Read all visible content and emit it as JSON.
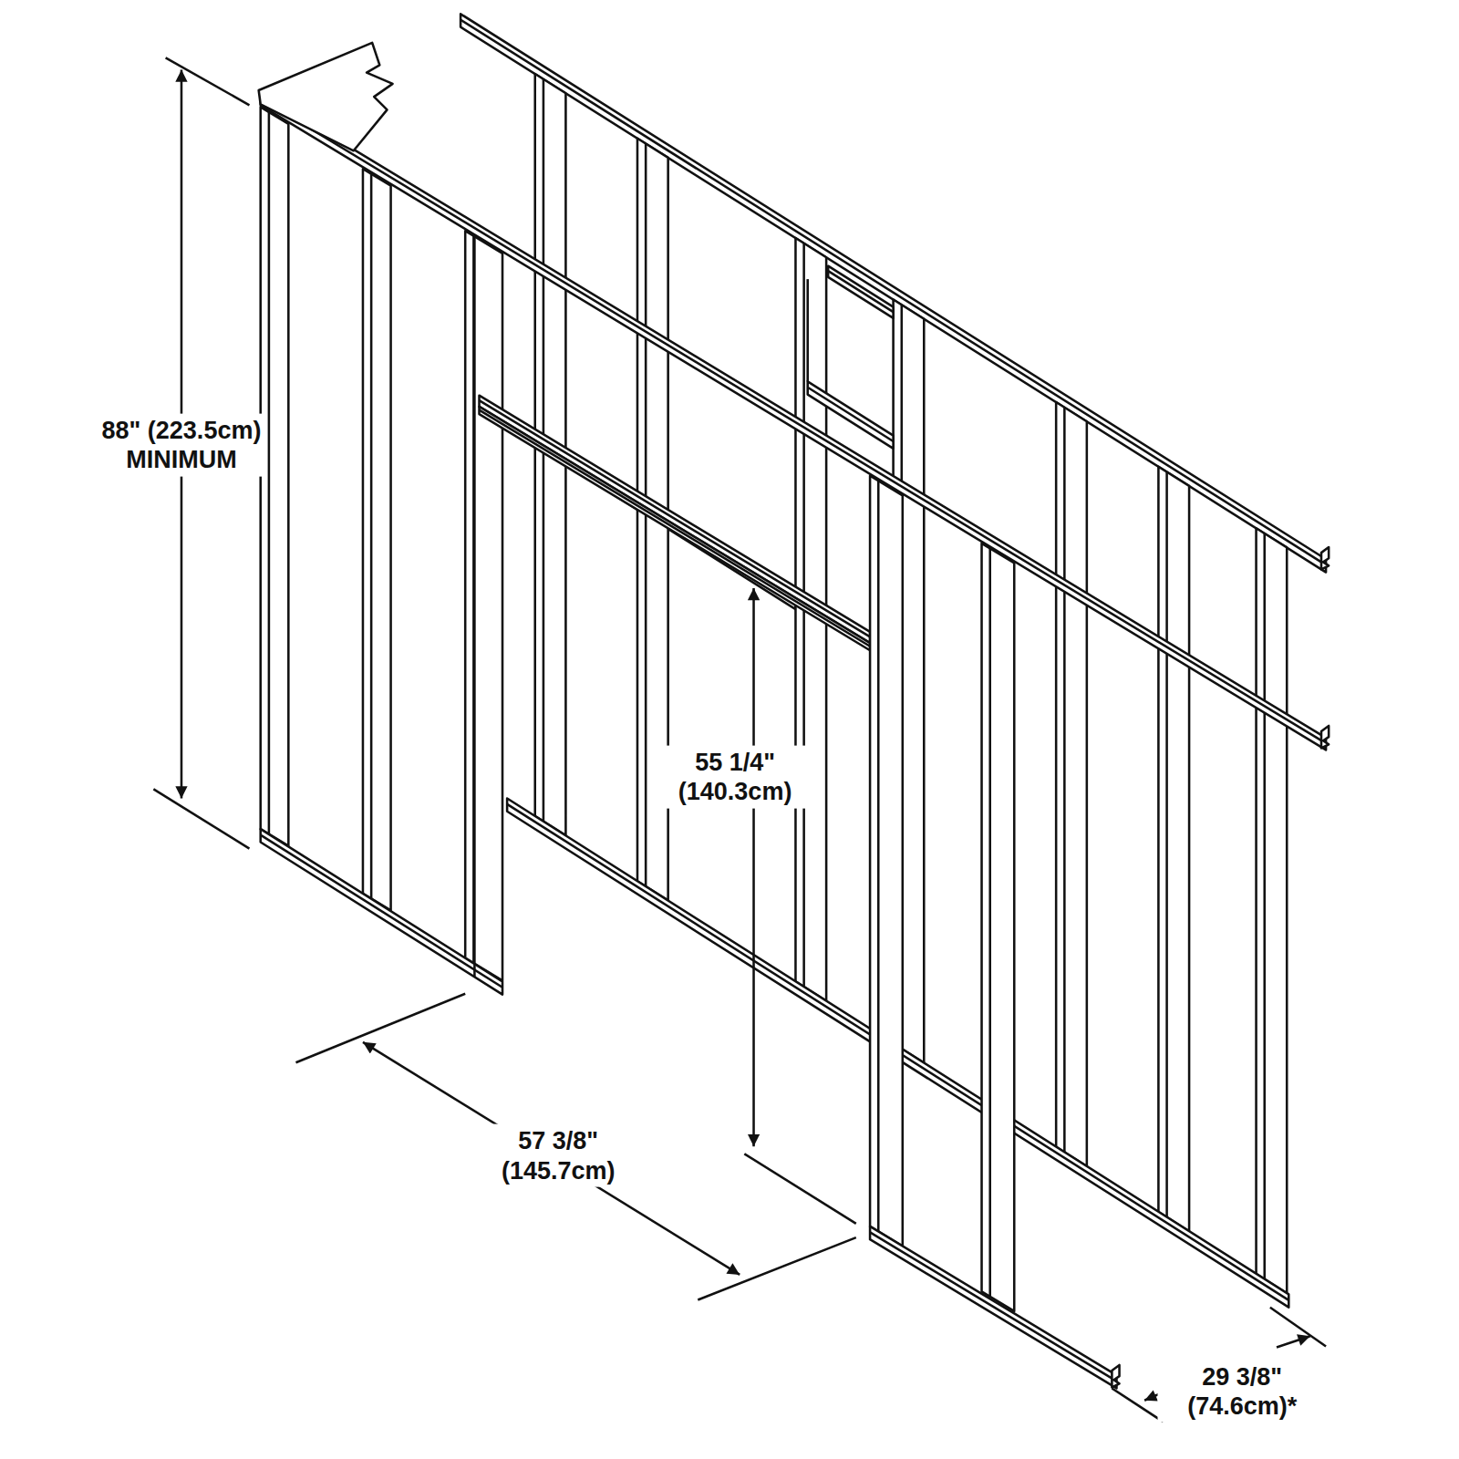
{
  "diagram": {
    "labels": [
      "88\" (223.5cm) MINIMUM",
      "55 1/4\" (140.3cm)",
      "57 3/8\" (145.7cm)",
      "29 3/8\" (74.6cm)*"
    ]
  }
}
